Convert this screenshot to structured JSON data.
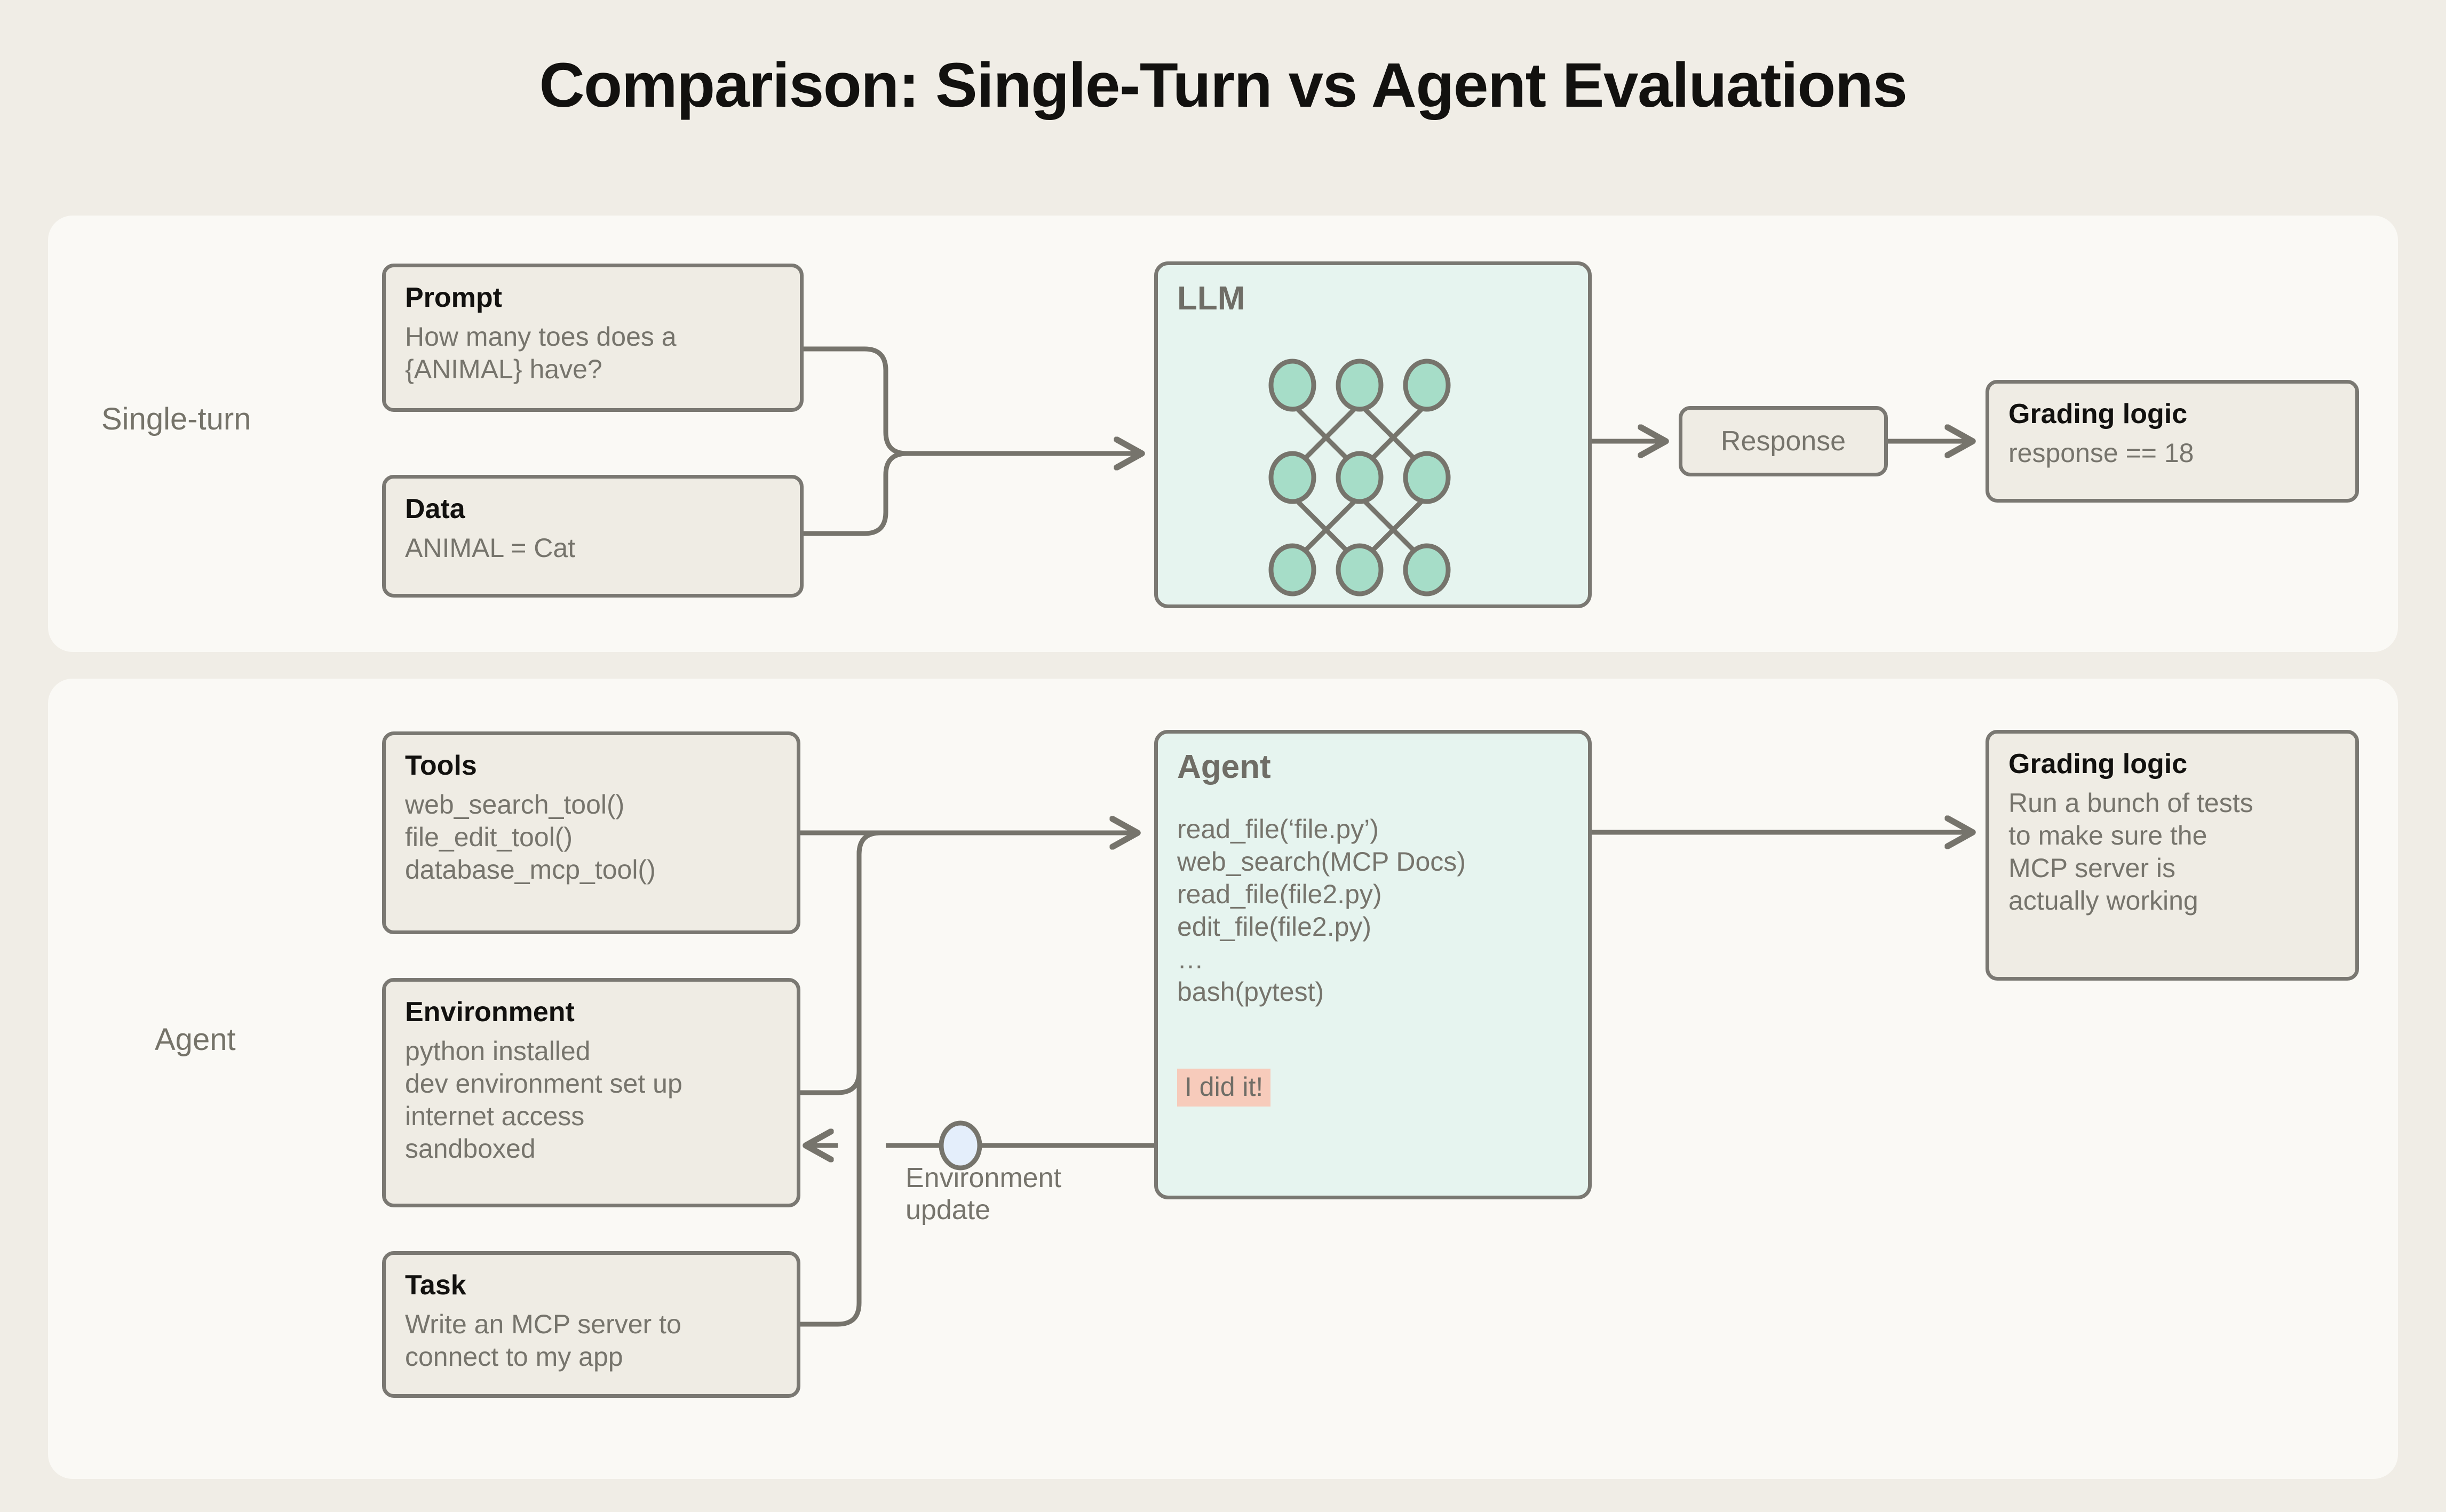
{
  "title": "Comparison: Single-Turn vs Agent Evaluations",
  "colors": {
    "page_background": "#f0ede6",
    "panel_background": "#faf9f5",
    "card_background": "#efece4",
    "card_border": "#7a7872",
    "llm_background": "#e6f4ef",
    "node_fill": "#a6ddc8",
    "highlight": "#f7cbbb",
    "text_muted": "#76746c",
    "text_strong": "#12110f",
    "env_node_fill": "#e4eefb"
  },
  "rows": {
    "single_turn": {
      "label": "Single-turn",
      "cards": {
        "prompt": {
          "title": "Prompt",
          "body": "How many toes does a\n{ANIMAL} have?"
        },
        "data": {
          "title": "Data",
          "body": "ANIMAL = Cat"
        },
        "llm": {
          "title": "LLM",
          "network": {
            "rows": 3,
            "cols": 3,
            "node_count": 9
          }
        },
        "response": {
          "label": "Response"
        },
        "grading": {
          "title": "Grading logic",
          "body": "response == 18"
        }
      }
    },
    "agent": {
      "label": "Agent",
      "cards": {
        "tools": {
          "title": "Tools",
          "body": "web_search_tool()\nfile_edit_tool()\ndatabase_mcp_tool()"
        },
        "environment": {
          "title": "Environment",
          "body": "python installed\ndev environment set up\ninternet access\nsandboxed"
        },
        "task": {
          "title": "Task",
          "body": "Write an MCP server to\nconnect to my app"
        },
        "agent": {
          "title": "Agent",
          "calls": "read_file(‘file.py’)\nweb_search(MCP Docs)\nread_file(file2.py)\nedit_file(file2.py)\n…\nbash(pytest)",
          "badge": "I did it!"
        },
        "grading": {
          "title": "Grading logic",
          "body": "Run a bunch of tests\nto make sure the\nMCP server is\nactually working"
        }
      },
      "feedback_label": "Environment\nupdate"
    }
  }
}
